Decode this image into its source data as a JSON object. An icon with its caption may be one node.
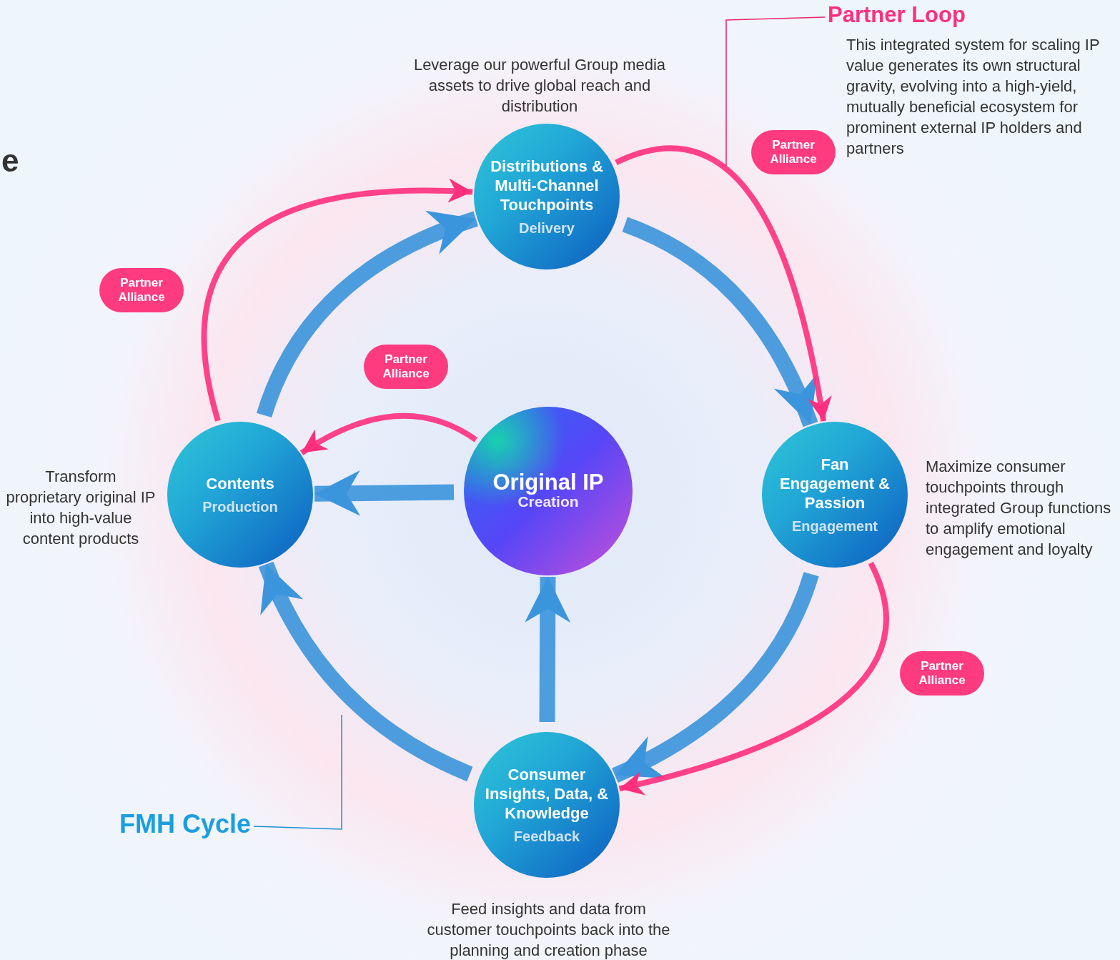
{
  "diagram": {
    "nodes": [
      {
        "text": [
          "Original IP",
          "Creation"
        ]
      },
      {
        "text": [
          "Distributions & Multi-Channel Touchpoints",
          "Delivery"
        ],
        "beside": [
          "Leverage our powerful Group media assets to drive global reach and distribution"
        ]
      },
      {
        "text": [
          "Fan Engagement & Passion",
          "Engagement"
        ],
        "beside": [
          "Maximize consumer touchpoints through integrated Group functions to amplify emotional engagement and loyalty"
        ]
      },
      {
        "text": [
          "Consumer Insights, Data, & Knowledge",
          "Feedback"
        ],
        "beside": [
          "Feed insights and data from customer touchpoints back into the planning and creation phase"
        ]
      },
      {
        "text": [
          "Contents",
          "Production"
        ],
        "beside": [
          "Transform proprietary original IP into high-value content products"
        ]
      },
      {
        "text": [
          "Partner Alliance"
        ]
      },
      {
        "text": [
          "Partner Alliance"
        ]
      },
      {
        "text": [
          "Partner Alliance"
        ]
      },
      {
        "text": [
          "Partner Alliance"
        ]
      },
      {
        "text": [
          "Partner Loop"
        ]
      },
      {
        "text": [
          "FMH Cycle"
        ]
      }
    ],
    "edges": [
      {
        "from": 0,
        "to": 4,
        "arrow": "to",
        "style": "thick"
      },
      {
        "from": 3,
        "to": 0,
        "arrow": "to",
        "style": "thick"
      },
      {
        "from": 4,
        "to": 1,
        "arrow": "to",
        "style": "thick"
      },
      {
        "from": 1,
        "to": 2,
        "arrow": "to",
        "style": "thick"
      },
      {
        "from": 2,
        "to": 3,
        "arrow": "to",
        "style": "thick"
      },
      {
        "from": 3,
        "to": 4,
        "arrow": "to",
        "style": "thick"
      },
      {
        "from": 4,
        "to": 1,
        "arrow": "to",
        "color": "#ff2f7d"
      },
      {
        "from": 1,
        "to": 2,
        "arrow": "to",
        "color": "#ff2f7d"
      },
      {
        "from": 2,
        "to": 3,
        "arrow": "to",
        "color": "#ff2f7d"
      },
      {
        "from": 0,
        "to": 4,
        "arrow": "to",
        "color": "#ff2f7d"
      },
      {
        "from": 9,
        "to": null,
        "arrow": "none",
        "color": "#e8246f"
      },
      {
        "from": 10,
        "to": null,
        "arrow": "none",
        "color": "#1a8fd6"
      }
    ],
    "labels": [
      "e",
      "This integrated system for scaling IP value generates its own structural gravity, evolving into a high-yield, mutually beneficial ecosystem for prominent external IP holders and partners"
    ]
  }
}
